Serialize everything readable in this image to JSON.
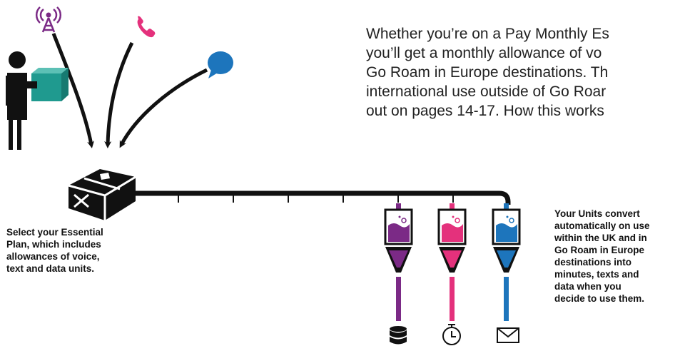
{
  "intro": {
    "lines": [
      "Whether you’re on a Pay Monthly Es",
      "you’ll get a monthly allowance of vo",
      "Go Roam in Europe destinations. Th",
      "international use outside of Go Roar",
      "out on pages 14-17. How this works"
    ]
  },
  "caption_left": {
    "lines": [
      "Select your Essential",
      "Plan, which includes",
      "allowances of voice,",
      "text and data units."
    ]
  },
  "caption_right": {
    "lines": [
      "Your Units convert",
      "automatically on use",
      "within the UK and in",
      "Go Roam in Europe",
      "destinations into",
      "minutes, texts and",
      "data when you",
      "decide to use them."
    ]
  },
  "icons": {
    "tower": "signal-tower-icon",
    "phone": "phone-icon",
    "chat": "chat-bubble-icon",
    "person": "person-with-box-icon",
    "box": "package-box-icon",
    "data": "database-icon",
    "timer": "stopwatch-icon",
    "mail": "envelope-icon"
  },
  "colors": {
    "purple": "#7b2a86",
    "pink": "#e4317c",
    "blue": "#1d75bc",
    "teal": "#1f9a8f",
    "dark": "#111111"
  }
}
